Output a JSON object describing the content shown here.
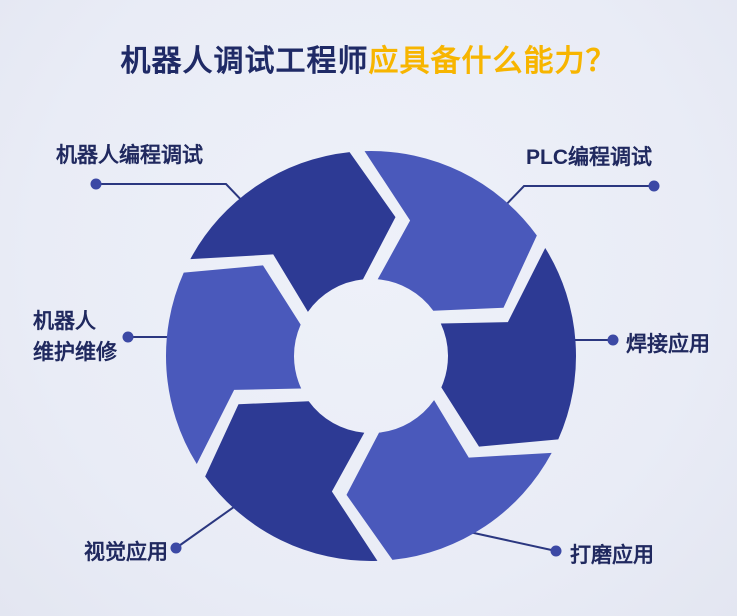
{
  "title": {
    "main": "机器人调试工程师",
    "accent": "应具备什么能力？"
  },
  "labels": {
    "robot_programming": "机器人编程调试",
    "plc": "PLC编程调试",
    "maintenance_line1": "机器人",
    "maintenance_line2": "维护维修",
    "welding": "焊接应用",
    "vision": "视觉应用",
    "grinding": "打磨应用"
  },
  "diagram": {
    "type": "cycle",
    "segment_count": 6,
    "items": [
      "机器人编程调试",
      "PLC编程调试",
      "焊接应用",
      "打磨应用",
      "视觉应用",
      "机器人维护维修"
    ]
  },
  "colors": {
    "background": "#e9ecf6",
    "title_text": "#1f2a66",
    "title_accent": "#f7b500",
    "label_text": "#20295f",
    "segment_dark": "#2d3a94",
    "segment_light": "#4a59bb",
    "connector": "#2b3780",
    "dot": "#3c49a5"
  }
}
